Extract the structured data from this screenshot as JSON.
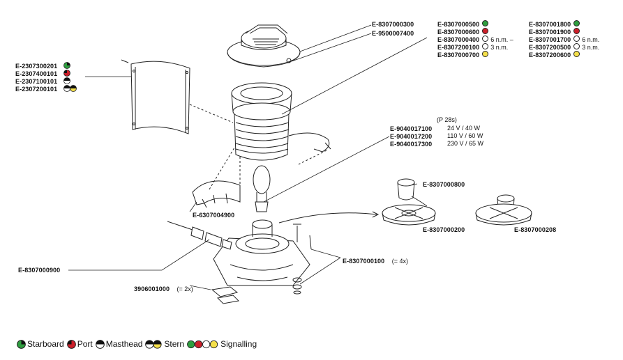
{
  "colors": {
    "green": "#2e9e3f",
    "red": "#cc1f2a",
    "white": "#ffffff",
    "yellow": "#f5e04a",
    "line": "#222222"
  },
  "top_codes": {
    "cap": "E-8307000300",
    "screws": "E-9500007400"
  },
  "lens_col_a": [
    {
      "code": "E-8307000500",
      "note": "",
      "color": "green"
    },
    {
      "code": "E-8307000600",
      "note": "",
      "color": "red"
    },
    {
      "code": "E-8307000400",
      "note": "6 n.m. –",
      "color": "white"
    },
    {
      "code": "E-8307200100",
      "note": "3 n.m.",
      "color": "white"
    },
    {
      "code": "E-8307000700",
      "note": "",
      "color": "yellow"
    }
  ],
  "lens_col_b": [
    {
      "code": "E-8307001800",
      "note": "",
      "color": "green"
    },
    {
      "code": "E-8307001900",
      "note": "",
      "color": "red"
    },
    {
      "code": "E-8307001700",
      "note": "6 n.m.",
      "color": "white"
    },
    {
      "code": "E-8307200500",
      "note": "3 n.m.",
      "color": "white"
    },
    {
      "code": "E-8307200600",
      "note": "",
      "color": "yellow"
    }
  ],
  "shields": [
    {
      "code": "E-2307300201",
      "icon": "starboard"
    },
    {
      "code": "E-2307400101",
      "icon": "port"
    },
    {
      "code": "E-2307100101",
      "icon": "masthead"
    },
    {
      "code": "E-2307200101",
      "icon": "stern"
    }
  ],
  "bulbs": {
    "header": "(P 28s)",
    "rows": [
      {
        "code": "E-9040017100",
        "spec": "24 V / 40 W"
      },
      {
        "code": "E-9040017200",
        "spec": "110 V / 60 W"
      },
      {
        "code": "E-9040017300",
        "spec": "230 V / 65 W"
      }
    ]
  },
  "parts": {
    "bracket": "E-6307004900",
    "socket_top": "E-8307000800",
    "socket_plate": "E-8307000200",
    "socket_plate_2": "E-8307000208",
    "cable_gland": "E-8307000900",
    "screw": "E-8307000100",
    "screw_qty": "(= 4x)",
    "clip": "3906001000",
    "clip_qty": "(= 2x)"
  },
  "legend": {
    "starboard": "Starboard",
    "port": "Port",
    "masthead": "Masthead",
    "stern": "Stern",
    "signalling": "Signalling"
  }
}
